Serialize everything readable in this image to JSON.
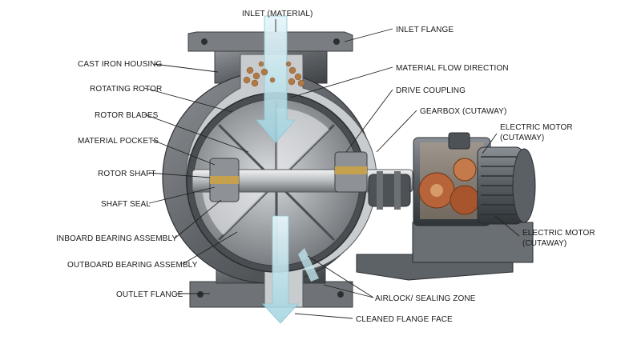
{
  "labels": {
    "inlet_material": "INLET (MATERIAL)",
    "inlet_flange": "INLET FLANGE",
    "cast_iron_housing": "CAST IRON HOUSING",
    "material_flow_direction": "MATERIAL FLOW DIRECTION",
    "rotating_rotor": "ROTATING ROTOR",
    "drive_coupling": "DRIVE COUPLING",
    "rotor_blades": "ROTOR BLADES",
    "gearbox_cutaway": "GEARBOX (CUTAWAY)",
    "material_pockets": "MATERIAL POCKETS",
    "electric_motor_1_line1": "ELECTRIC MOTOR",
    "electric_motor_1_line2": "(CUTAWAY)",
    "rotor_shaft": "ROTOR SHAFT",
    "shaft_seal": "SHAFT SEAL",
    "electric_motor_2_line1": "ELECTRIC MOTOR",
    "electric_motor_2_line2": "(CUTAWAY)",
    "inboard_bearing_assembly": "INBOARD BEARING ASSEMBLY",
    "outboard_bearing_assembly": "OUTBOARD BEARING ASSEMBLY",
    "outlet_flange": "OUTLET FLANGE",
    "airlock_sealing_zone": "AIRLOCK/ SEALING ZONE",
    "cleaned_flange_face": "CLEANED FLANGE FACE"
  },
  "colors": {
    "housing": "#6f7377",
    "housing_dark": "#3f4346",
    "housing_light": "#a9adb1",
    "cutaway_face": "#c9cccf",
    "gear_copper": "#b8643a",
    "flow_arrow": "#bfe3ec",
    "material": "#b07a45",
    "shaft": "#d7d9db"
  }
}
